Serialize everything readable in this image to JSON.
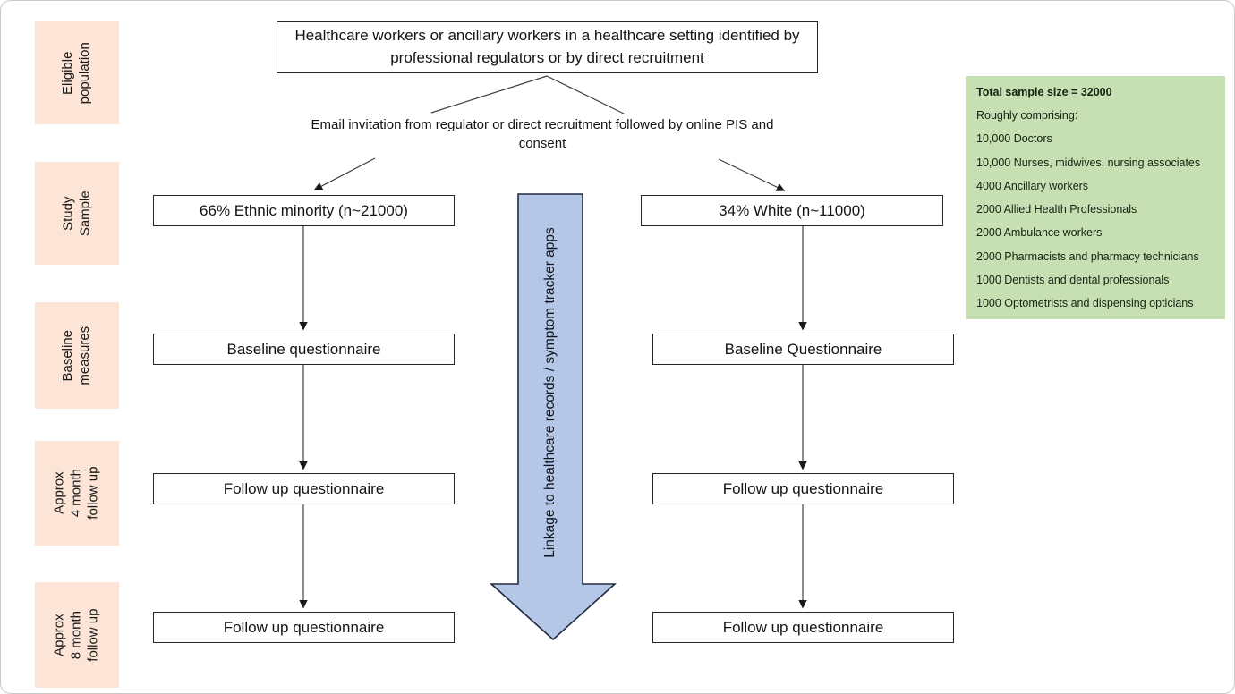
{
  "palette": {
    "stage_label_bg": "#fce5d6",
    "info_panel_bg": "#c6e0b4",
    "linkage_arrow_fill": "#b4c7e7",
    "linkage_arrow_stroke": "#232c40",
    "box_border": "#262626",
    "connector_color": "#3f3f3f"
  },
  "stage_labels": [
    {
      "label": "Eligible\npopulation"
    },
    {
      "label": "Study\nSample"
    },
    {
      "label": "Baseline\nmeasures"
    },
    {
      "label": "Approx\n4 month\nfollow up"
    },
    {
      "label": "Approx\n8 month\nfollow up"
    }
  ],
  "flow": {
    "eligible_population_box": "Healthcare workers or ancillary workers in a healthcare setting identified by professional regulators or by direct recruitment",
    "invitation_note": "Email invitation from regulator or direct recruitment followed by online PIS and consent",
    "left_branch": {
      "sample": "66% Ethnic minority (n~21000)",
      "baseline": "Baseline questionnaire",
      "followup_4m": "Follow up questionnaire",
      "followup_8m": "Follow up questionnaire"
    },
    "right_branch": {
      "sample": "34% White (n~11000)",
      "baseline": "Baseline Questionnaire",
      "followup_4m": "Follow up questionnaire",
      "followup_8m": "Follow up questionnaire"
    },
    "linkage_arrow_label": "Linkage to healthcare records / symptom tracker apps"
  },
  "sample_breakdown": {
    "title": "Total sample size = 32000",
    "subtitle": "Roughly comprising:",
    "items": [
      "10,000 Doctors",
      "10,000 Nurses, midwives, nursing associates",
      "4000 Ancillary workers",
      "2000 Allied Health Professionals",
      "2000 Ambulance workers",
      "2000 Pharmacists and pharmacy technicians",
      "1000 Dentists and dental professionals",
      "1000 Optometrists and dispensing opticians"
    ]
  }
}
